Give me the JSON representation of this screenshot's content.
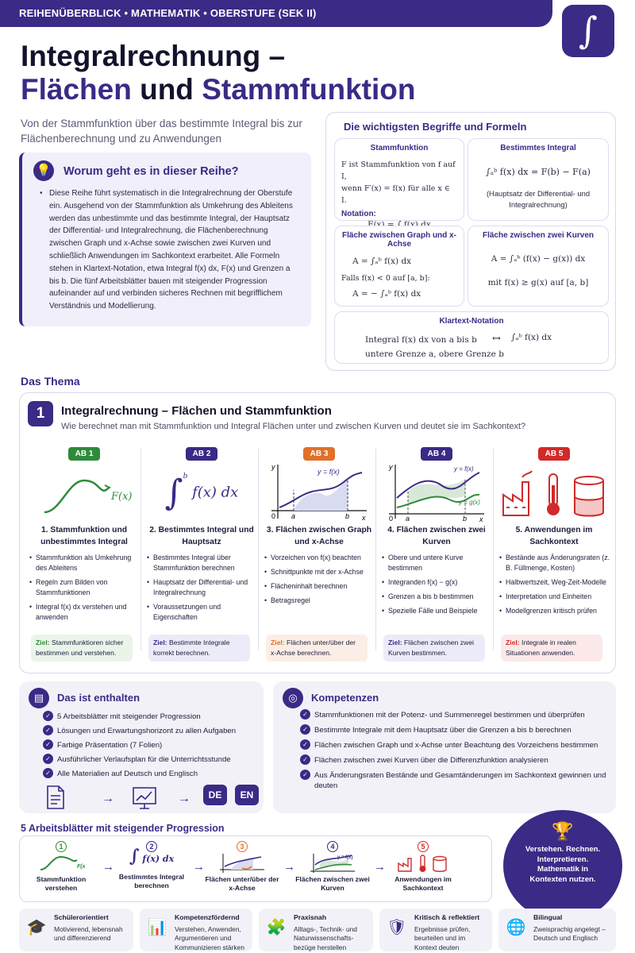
{
  "topbar": "REIHENÜBERBLICK • MATHEMATIK • OBERSTUFE (SEK II)",
  "logo": "∫",
  "title": {
    "line1": "Integralrechnung –",
    "w1": "Flächen",
    "w2": " und ",
    "w3": "Stammfunktion"
  },
  "subtitle": "Von der Stammfunktion über das bestimmte Integral bis zur Flächenberechnung und zu Anwendungen",
  "intro": {
    "heading": "Worum geht es in dieser Reihe?",
    "text": "Diese Reihe führt systematisch in die Integralrechnung der Oberstufe ein. Ausgehend von der Stammfunktion als Umkehrung des Ableitens werden das unbestimmte und das bestimmte Integral, der Hauptsatz der Differential- und Integralrechnung, die Flächenberechnung zwischen Graph und x-Achse sowie zwischen zwei Kurven und schließlich Anwendungen im Sachkontext erarbeitet. Alle Formeln stehen in Klartext-Notation, etwa Integral f(x) dx, F(x) und Grenzen a bis b. Die fünf Arbeitsblätter bauen mit steigender Progression aufeinander auf und verbinden sicheres Rechnen mit begrifflichem Verständnis und Modellierung."
  },
  "formulas": {
    "heading": "Die wichtigsten Begriffe und Formeln",
    "stamm": {
      "title": "Stammfunktion",
      "l1": "F ist Stammfunktion von f auf I,",
      "l2": "wenn F′(x) = f(x) für alle x ∈ I.",
      "notation": "Notation:",
      "f": "F(x) = ∫ f(x) dx"
    },
    "best": {
      "title": "Bestimmtes Integral",
      "f": "∫ₐᵇ f(x) dx = F(b) − F(a)",
      "note": "(Hauptsatz der Differential- und Integralrechnung)"
    },
    "flache1": {
      "title": "Fläche zwischen Graph und x-Achse",
      "f1": "A = ∫ₐᵇ f(x) dx",
      "cond": "Falls f(x) < 0 auf [a, b]:",
      "f2": "A = − ∫ₐᵇ f(x) dx"
    },
    "flache2": {
      "title": "Fläche zwischen zwei Kurven",
      "f": "A = ∫ₐᵇ (f(x) − g(x)) dx",
      "cond": "mit f(x) ≥ g(x) auf [a, b]"
    },
    "klar": {
      "title": "Klartext-Notation",
      "l1": "Integral f(x) dx von a bis b",
      "l2": "untere Grenze a, obere Grenze b",
      "arrow": "↔",
      "f": "∫ₐᵇ f(x) dx"
    }
  },
  "theme": {
    "section": "Das Thema",
    "num": "1",
    "title": "Integralrechnung – Flächen und Stammfunktion",
    "question": "Wie berechnet man mit Stammfunktion und Integral Flächen unter und zwischen Kurven und deutet sie im Sachkontext?",
    "cols": [
      {
        "badge": "AB 1",
        "color": "#2e8b3a",
        "title": "1. Stammfunktion und unbestimmtes Integral",
        "items": [
          "Stammfunktion als Umkehrung des Ableitens",
          "Regeln zum Bilden von Stammfunktionen",
          "Integral f(x) dx verstehen und anwenden"
        ],
        "goal_label": "Ziel:",
        "goal": " Stammfunktioren sicher bestimmen und verstehen.",
        "bg": "#eaf5ea"
      },
      {
        "badge": "AB 2",
        "color": "#3b2a86",
        "title": "2. Bestimmtes Integral und Hauptsatz",
        "items": [
          "Bestimmtes Integral über Stammfunktion berechnen",
          "Hauptsatz der Differential- und Integralrechnung",
          "Voraussetzungen und Eigenschaften"
        ],
        "goal_label": "Ziel:",
        "goal": " Bestimmte Integrale korrekt berechnen.",
        "bg": "#ecebf8"
      },
      {
        "badge": "AB 3",
        "color": "#e0702a",
        "title": "3. Flächen zwischen Graph und x-Achse",
        "items": [
          "Vorzeichen von f(x) beachten",
          "Schnittpunkte mit der x-Achse",
          "Flächeninhalt berechnen",
          "Betragsregel"
        ],
        "goal_label": "Ziel:",
        "goal": " Flächen unter/über der x-Achse berechnen.",
        "bg": "#fbeee6"
      },
      {
        "badge": "AB 4",
        "color": "#3b2a86",
        "title": "4. Flächen zwischen zwei Kurven",
        "items": [
          "Obere und untere Kurve bestimmen",
          "Integranden f(x) − g(x)",
          "Grenzen a bis b bestimmen",
          "Spezielle Fälle und Beispiele"
        ],
        "goal_label": "Ziel:",
        "goal": " Flächen zwischen zwei Kurven bestimmen.",
        "bg": "#ecebf8"
      },
      {
        "badge": "AB 5",
        "color": "#d12a2a",
        "title": "5. Anwendungen im Sachkontext",
        "items": [
          "Bestände aus Änderungsraten (z. B. Füllmenge, Kosten)",
          "Halbwertszeit, Weg-Zeit-Modelle",
          "Interpretation und Einheiten",
          "Modellgrenzen kritisch prüfen"
        ],
        "goal_label": "Ziel:",
        "goal": " Integrale in realen Situationen anwenden.",
        "bg": "#fbe9e9"
      }
    ],
    "graph_labels": {
      "F": "F(x)",
      "int": "∫ f(x) dx",
      "a": "a",
      "b": "b",
      "y": "y",
      "x": "x",
      "zero": "0",
      "yf": "y = f(x)",
      "yg": "y = g(x)"
    }
  },
  "contents": {
    "heading": "Das ist enthalten",
    "items": [
      "5 Arbeitsblätter mit steigender Progression",
      "Lösungen und Erwartungshorizont zu allen Aufgaben",
      "Farbige Präsentation (7 Folien)",
      "Ausführlicher Verlaufsplan für die Unterrichtsstunde",
      "Alle Materialien auf Deutsch und Englisch"
    ],
    "de": "DE",
    "en": "EN"
  },
  "competences": {
    "heading": "Kompetenzen",
    "items": [
      "Stammfunktionen mit der Potenz- und Summenregel bestimmen und überprüfen",
      "Bestimmte Integrale mit dem Hauptsatz über die Grenzen a bis b berechnen",
      "Flächen zwischen Graph und x-Achse unter Beachtung des Vorzeichens bestimmen",
      "Flächen zwischen zwei Kurven über die Differenzfunktion analysieren",
      "Aus Änderungsraten Bestände und Gesamtänderungen im Sachkontext gewinnen und deuten"
    ]
  },
  "progression": {
    "heading": "5 Arbeitsblätter mit steigender Progression",
    "items": [
      {
        "n": "1",
        "label": "Stammfunktion verstehen",
        "color": "#2e8b3a"
      },
      {
        "n": "2",
        "label": "Bestimmtes Integral berechnen",
        "color": "#3b2a86"
      },
      {
        "n": "3",
        "label": "Flächen unter/über der x-Achse",
        "color": "#e0702a"
      },
      {
        "n": "4",
        "label": "Flächen zwischen zwei Kurven",
        "color": "#3b2a86"
      },
      {
        "n": "5",
        "label": "Anwendungen im Sachkontext",
        "color": "#d12a2a"
      }
    ]
  },
  "motto": "Verstehen. Rechnen. Interpretieren. Mathematik in Kontexten nutzen.",
  "features": [
    {
      "title": "Schülerorientiert",
      "text": "Motivierend, lebensnah und differenzierend",
      "icon": "graduation-cap-icon"
    },
    {
      "title": "Kompetenzfördernd",
      "text": "Verstehen, Anwenden, Argumentieren und Kommunizieren stärken",
      "icon": "bar-chart-icon"
    },
    {
      "title": "Praxisnah",
      "text": "Alltags-, Technik- und Naturwissenschafts-bezüge herstellen",
      "icon": "puzzle-icon"
    },
    {
      "title": "Kritisch & reflektiert",
      "text": "Ergebnisse prüfen, beurteilen und im Kontext deuten",
      "icon": "shield-check-icon"
    },
    {
      "title": "Bilingual",
      "text": "Zweisprachig angelegt – Deutsch und Englisch",
      "icon": "globe-icon"
    }
  ]
}
